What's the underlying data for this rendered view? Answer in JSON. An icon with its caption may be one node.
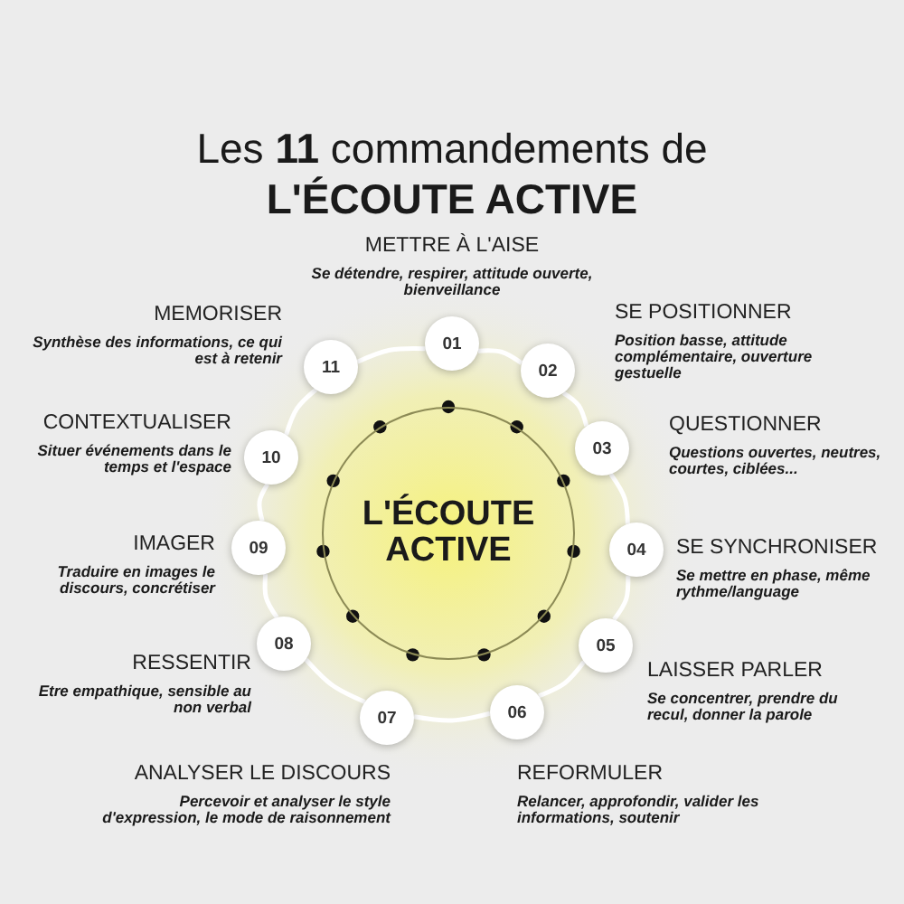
{
  "diagram": {
    "title": "Les **11** commandements de **L'ÉCOUTE ACTIVE**",
    "nodes": [
      {
        "text": [
          "L'ÉCOUTE ACTIVE"
        ]
      },
      {
        "text": [
          "01"
        ],
        "beside": [
          "METTRE À L'AISE",
          "Se détendre, respirer, attitude ouverte, bienveillance"
        ]
      },
      {
        "text": [
          "02"
        ],
        "beside": [
          "SE POSITIONNER",
          "Position basse, attitude complémentaire, ouverture gestuelle"
        ]
      },
      {
        "text": [
          "03"
        ],
        "beside": [
          "QUESTIONNER",
          "Questions ouvertes, neutres, courtes, ciblées..."
        ]
      },
      {
        "text": [
          "04"
        ],
        "beside": [
          "SE SYNCHRONISER",
          "Se mettre en phase, même rythme/language"
        ]
      },
      {
        "text": [
          "05"
        ],
        "beside": [
          "LAISSER PARLER",
          "Se concentrer, prendre du recul, donner la parole"
        ]
      },
      {
        "text": [
          "06"
        ],
        "beside": [
          "REFORMULER",
          "Relancer, approfondir, valider les informations, soutenir"
        ]
      },
      {
        "text": [
          "07"
        ],
        "beside": [
          "ANALYSER LE DISCOURS",
          "Percevoir et analyser le style d'expression, le mode de raisonnement"
        ]
      },
      {
        "text": [
          "08"
        ],
        "beside": [
          "RESSENTIR",
          "Etre empathique, sensible au non verbal"
        ]
      },
      {
        "text": [
          "09"
        ],
        "beside": [
          "IMAGER",
          "Traduire en images le discours, concrétiser"
        ]
      },
      {
        "text": [
          "10"
        ],
        "beside": [
          "CONTEXTUALISER",
          "Situer événements dans le temps et l'espace"
        ]
      },
      {
        "text": [
          "11"
        ],
        "beside": [
          "MEMORISER",
          "Synthèse des informations, ce qui est à retenir"
        ]
      }
    ],
    "edges": [
      {
        "from": 1,
        "to": 2,
        "arrow": "none"
      },
      {
        "from": 2,
        "to": 3,
        "arrow": "none"
      },
      {
        "from": 3,
        "to": 4,
        "arrow": "none"
      },
      {
        "from": 4,
        "to": 5,
        "arrow": "none"
      },
      {
        "from": 5,
        "to": 6,
        "arrow": "none"
      },
      {
        "from": 6,
        "to": 7,
        "arrow": "none"
      },
      {
        "from": 7,
        "to": 8,
        "arrow": "none"
      },
      {
        "from": 8,
        "to": 9,
        "arrow": "none"
      },
      {
        "from": 9,
        "to": 10,
        "arrow": "none"
      },
      {
        "from": 10,
        "to": 11,
        "arrow": "none"
      },
      {
        "from": 11,
        "to": 1,
        "arrow": "none"
      }
    ]
  }
}
